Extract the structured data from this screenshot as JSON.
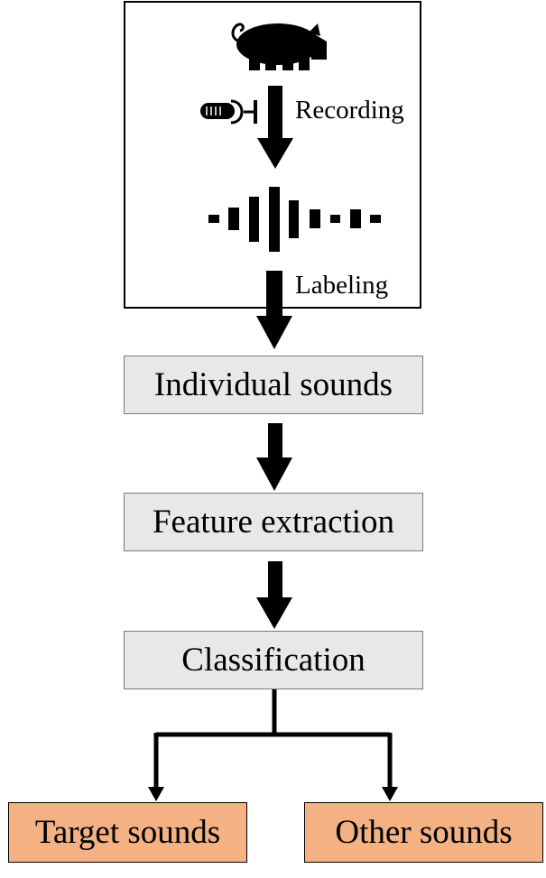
{
  "steps": {
    "recording_label": "Recording",
    "labeling_label": "Labeling",
    "individual_sounds": "Individual sounds",
    "feature_extraction": "Feature extraction",
    "classification": "Classification"
  },
  "outputs": {
    "target": "Target sounds",
    "other": "Other sounds"
  },
  "icons": {
    "animal": "pig-icon",
    "recorder": "microphone-icon",
    "audio": "sound-wave-icon"
  },
  "colors": {
    "process_box_fill": "#e8e8e8",
    "output_box_fill": "#f4b183"
  }
}
